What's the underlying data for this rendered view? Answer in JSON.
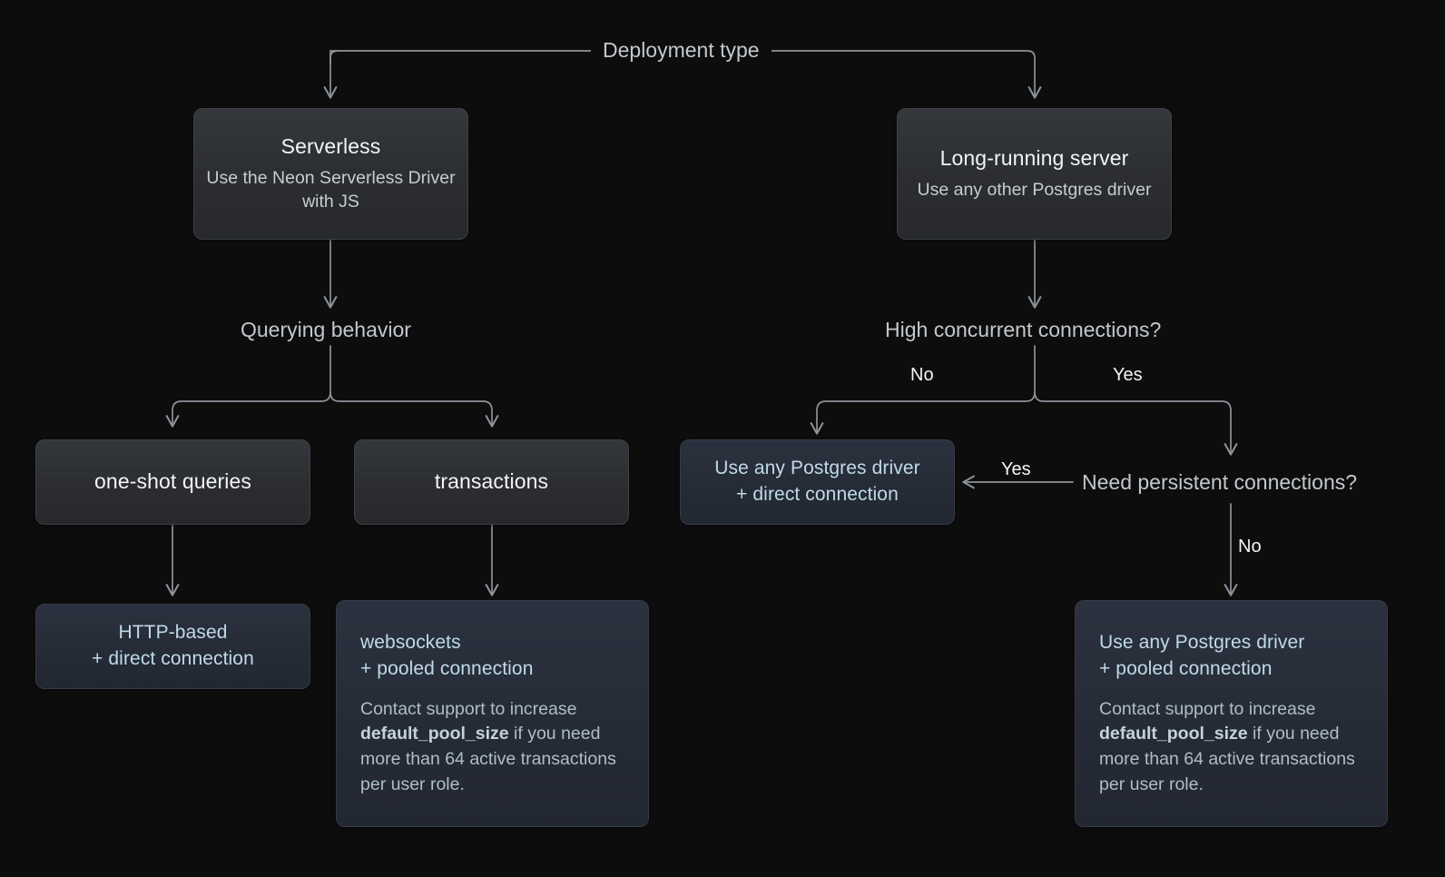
{
  "diagram": {
    "title": "Deployment type",
    "background_color": "#0d0d0d",
    "box_gray_color": "#2b2d31",
    "box_blue_color": "#252b36",
    "line_color": "#8d9399",
    "accent_text_color": "#bfdbe6"
  },
  "root": {
    "label": "Deployment type"
  },
  "branches": {
    "serverless": {
      "title": "Serverless",
      "subtitle": "Use the Neon Serverless Driver with JS",
      "question": "Querying behavior",
      "options": {
        "one_shot": {
          "label": "one-shot queries",
          "result_title": "HTTP-based\n+ direct connection",
          "result_line1": "HTTP-based",
          "result_line2": "+ direct connection"
        },
        "transactions": {
          "label": "transactions",
          "result_line1": "websockets",
          "result_line2": "+ pooled connection",
          "note_prefix": "Contact support to increase ",
          "note_code": "default_pool_size",
          "note_suffix": " if you need more than 64 active transactions per user role."
        }
      }
    },
    "long_running": {
      "title": "Long-running server",
      "subtitle": "Use any other Postgres driver",
      "question": "High concurrent connections?",
      "edge_no": "No",
      "edge_yes": "Yes",
      "no_result": {
        "line1": "Use any Postgres driver",
        "line2": "+ direct connection"
      },
      "yes_question": "Need persistent connections?",
      "yes_edge_yes": "Yes",
      "yes_edge_no": "No",
      "no_persistent_result": {
        "line1": "Use any Postgres driver",
        "line2": "+ pooled connection",
        "note_prefix": "Contact support to increase ",
        "note_code": "default_pool_size",
        "note_suffix": " if you need more than 64 active transactions per user role."
      }
    }
  }
}
